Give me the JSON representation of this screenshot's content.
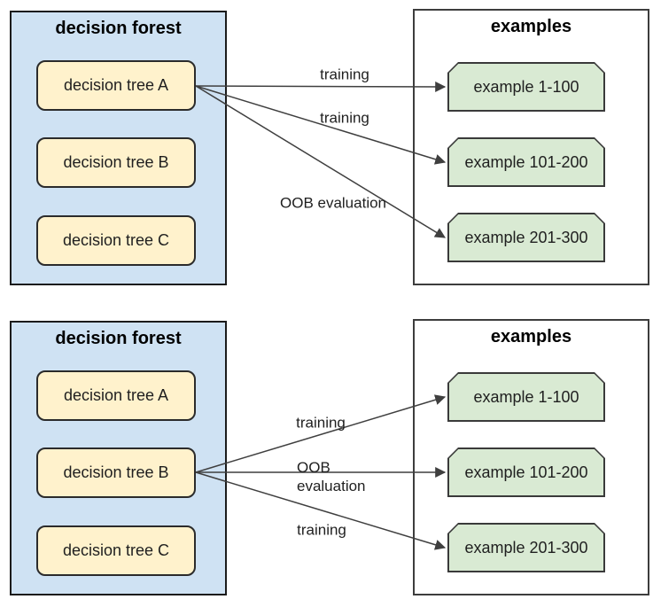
{
  "colors": {
    "forest_fill": "#cfe2f3",
    "tree_fill": "#fff2cc",
    "example_fill": "#d9ead3",
    "forest_border": "#1b1b1b",
    "examples_border": "#3d3d3d",
    "arrow": "#3f3f3f"
  },
  "panels": [
    {
      "forest": {
        "title": "decision forest",
        "trees": [
          "decision tree A",
          "decision tree B",
          "decision tree C"
        ]
      },
      "examples": {
        "title": "examples",
        "items": [
          "example 1-100",
          "example 101-200",
          "example 201-300"
        ]
      },
      "edges": [
        {
          "from": "decision tree A",
          "to": "example 1-100",
          "label": "training"
        },
        {
          "from": "decision tree A",
          "to": "example 101-200",
          "label": "training"
        },
        {
          "from": "decision tree A",
          "to": "example 201-300",
          "label": "OOB evaluation"
        }
      ]
    },
    {
      "forest": {
        "title": "decision forest",
        "trees": [
          "decision tree A",
          "decision tree B",
          "decision tree C"
        ]
      },
      "examples": {
        "title": "examples",
        "items": [
          "example 1-100",
          "example 101-200",
          "example 201-300"
        ]
      },
      "edges": [
        {
          "from": "decision tree B",
          "to": "example 1-100",
          "label": "training"
        },
        {
          "from": "decision tree B",
          "to": "example 101-200",
          "label": "OOB\nevaluation"
        },
        {
          "from": "decision tree B",
          "to": "example 201-300",
          "label": "training"
        }
      ]
    }
  ]
}
